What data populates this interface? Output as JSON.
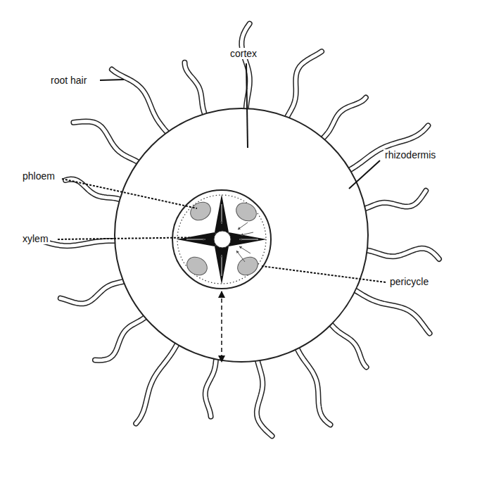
{
  "diagram": {
    "labels": [
      "root hair",
      "cortex",
      "rhizodermis",
      "phloem",
      "xylem",
      "pericycle"
    ]
  }
}
